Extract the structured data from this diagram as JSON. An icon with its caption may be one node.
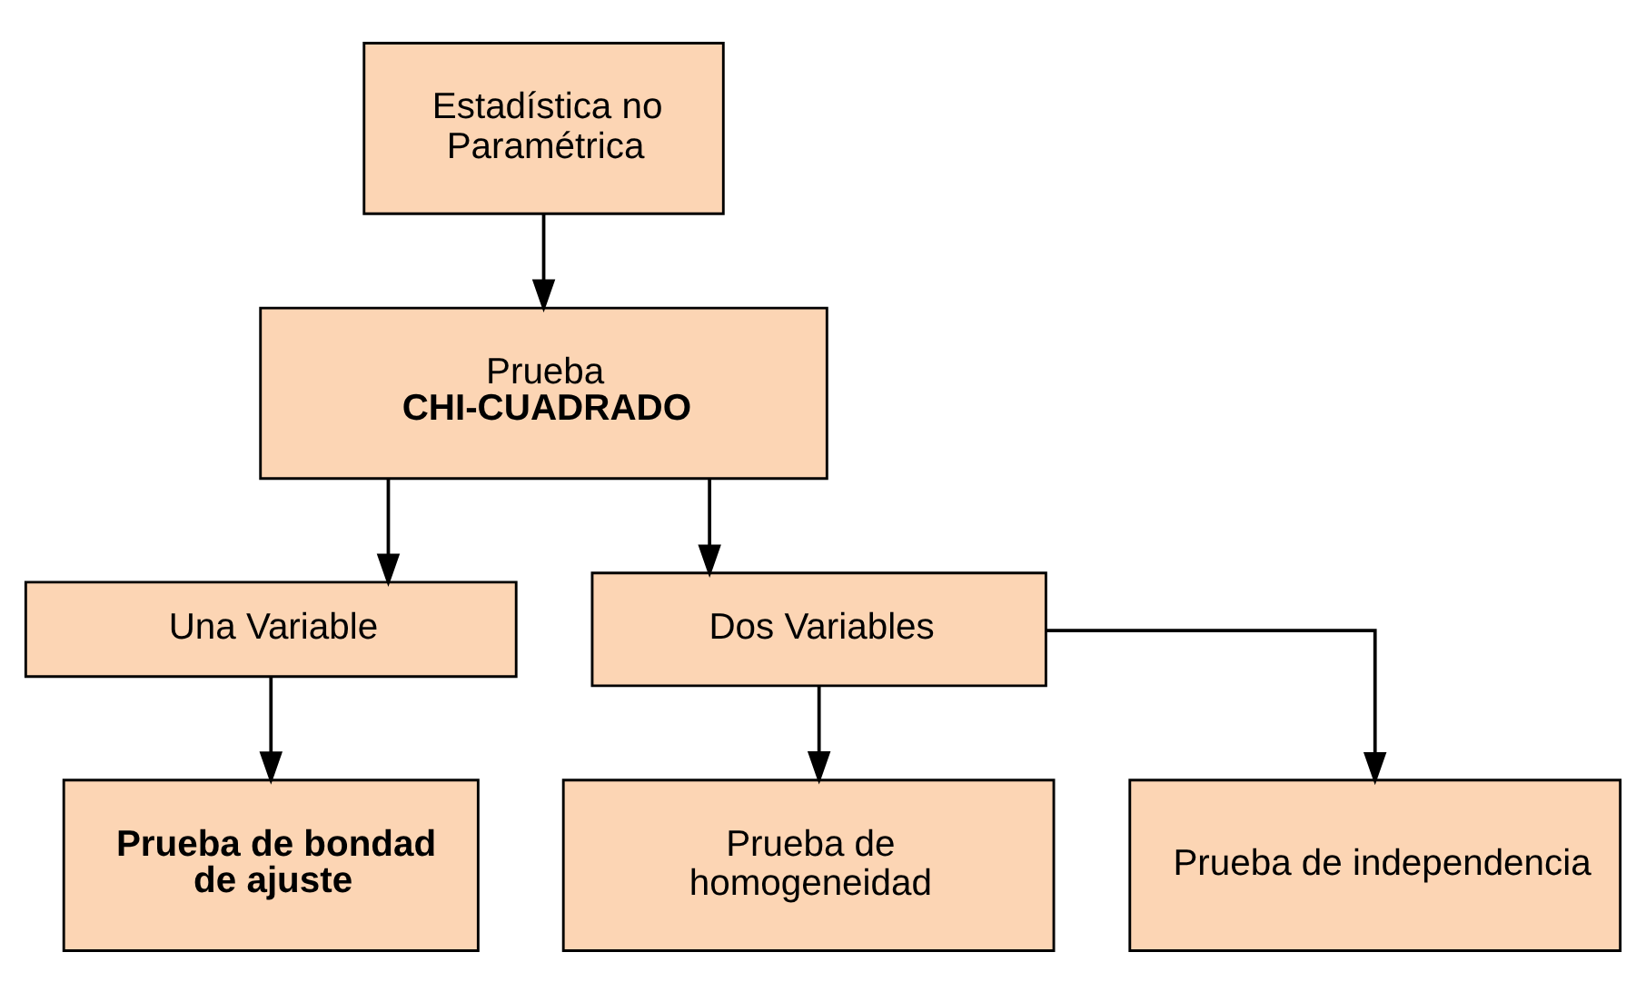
{
  "diagram": {
    "nodes": [
      {
        "text": [
          "Estadística no Paramétrica"
        ]
      },
      {
        "text": [
          "Prueba",
          "CHI-CUADRADO"
        ]
      },
      {
        "text": [
          "Una Variable"
        ]
      },
      {
        "text": [
          "Dos Variables"
        ]
      },
      {
        "text": [
          "Prueba de bondad de ajuste"
        ]
      },
      {
        "text": [
          "Prueba de homogeneidad"
        ]
      },
      {
        "text": [
          "Prueba de independencia"
        ]
      }
    ],
    "edges": [
      {
        "from": 0,
        "to": 1,
        "arrow": "to"
      },
      {
        "from": 1,
        "to": 2,
        "arrow": "to"
      },
      {
        "from": 1,
        "to": 3,
        "arrow": "to"
      },
      {
        "from": 2,
        "to": 4,
        "arrow": "to"
      },
      {
        "from": 3,
        "to": 5,
        "arrow": "to"
      },
      {
        "from": 3,
        "to": 6,
        "arrow": "to"
      }
    ]
  }
}
